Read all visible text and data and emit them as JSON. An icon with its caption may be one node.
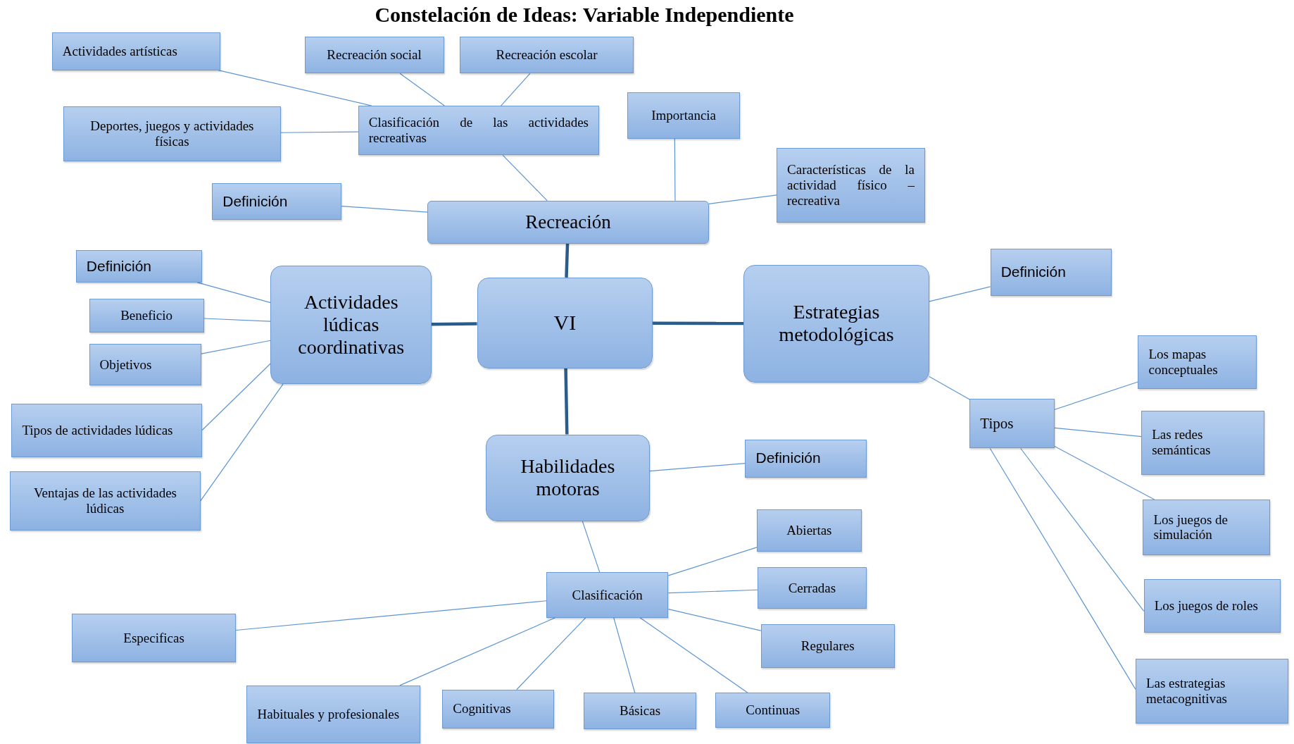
{
  "diagram": {
    "title": "Constelación de Ideas: Variable Independiente",
    "nodes": [
      {
        "text": [
          "VI"
        ]
      },
      {
        "text": [
          "Recreación"
        ]
      },
      {
        "text": [
          "Actividades lúdicas coordinativas"
        ]
      },
      {
        "text": [
          "Estrategias metodológicas"
        ]
      },
      {
        "text": [
          "Habilidades motoras"
        ]
      },
      {
        "text": [
          "Definición"
        ]
      },
      {
        "text": [
          "Clasificación de las actividades recreativas"
        ]
      },
      {
        "text": [
          "Actividades artísticas"
        ]
      },
      {
        "text": [
          "Recreación social"
        ]
      },
      {
        "text": [
          "Recreación escolar"
        ]
      },
      {
        "text": [
          "Deportes, juegos y actividades físicas"
        ]
      },
      {
        "text": [
          "Importancia"
        ]
      },
      {
        "text": [
          "Características de la actividad físico – recreativa"
        ]
      },
      {
        "text": [
          "Definición"
        ]
      },
      {
        "text": [
          "Beneficio"
        ]
      },
      {
        "text": [
          "Objetivos"
        ]
      },
      {
        "text": [
          "Tipos de actividades lúdicas"
        ]
      },
      {
        "text": [
          "Ventajas de las actividades lúdicas"
        ]
      },
      {
        "text": [
          "Definición"
        ]
      },
      {
        "text": [
          "Tipos"
        ]
      },
      {
        "text": [
          "Los mapas conceptuales"
        ]
      },
      {
        "text": [
          "Las redes semánticas"
        ]
      },
      {
        "text": [
          "Los juegos de simulación"
        ]
      },
      {
        "text": [
          "Los juegos de roles"
        ]
      },
      {
        "text": [
          "Las estrategias metacognitivas"
        ]
      },
      {
        "text": [
          "Definición"
        ]
      },
      {
        "text": [
          "Clasificación"
        ]
      },
      {
        "text": [
          "Abiertas"
        ]
      },
      {
        "text": [
          "Cerradas"
        ]
      },
      {
        "text": [
          "Regulares"
        ]
      },
      {
        "text": [
          "Continuas"
        ]
      },
      {
        "text": [
          "Básicas"
        ]
      },
      {
        "text": [
          "Cognitivas"
        ]
      },
      {
        "text": [
          "Habituales y profesionales"
        ]
      },
      {
        "text": [
          "Especificas"
        ]
      }
    ],
    "edges": [
      {
        "from": 0,
        "to": 1,
        "arrow": "none",
        "style": "thick",
        "color": "#2b5d8c"
      },
      {
        "from": 0,
        "to": 2,
        "arrow": "none",
        "style": "thick",
        "color": "#2b5d8c"
      },
      {
        "from": 0,
        "to": 3,
        "arrow": "none",
        "style": "thick",
        "color": "#2b5d8c"
      },
      {
        "from": 0,
        "to": 4,
        "arrow": "none",
        "style": "thick",
        "color": "#2b5d8c"
      },
      {
        "from": 1,
        "to": 5,
        "arrow": "none"
      },
      {
        "from": 1,
        "to": 6,
        "arrow": "none"
      },
      {
        "from": 1,
        "to": 11,
        "arrow": "none"
      },
      {
        "from": 1,
        "to": 12,
        "arrow": "none"
      },
      {
        "from": 6,
        "to": 7,
        "arrow": "none"
      },
      {
        "from": 6,
        "to": 8,
        "arrow": "none"
      },
      {
        "from": 6,
        "to": 9,
        "arrow": "none"
      },
      {
        "from": 6,
        "to": 10,
        "arrow": "none"
      },
      {
        "from": 2,
        "to": 13,
        "arrow": "none"
      },
      {
        "from": 2,
        "to": 14,
        "arrow": "none"
      },
      {
        "from": 2,
        "to": 15,
        "arrow": "none"
      },
      {
        "from": 2,
        "to": 16,
        "arrow": "none"
      },
      {
        "from": 2,
        "to": 17,
        "arrow": "none"
      },
      {
        "from": 3,
        "to": 18,
        "arrow": "none"
      },
      {
        "from": 3,
        "to": 19,
        "arrow": "none"
      },
      {
        "from": 19,
        "to": 20,
        "arrow": "none"
      },
      {
        "from": 19,
        "to": 21,
        "arrow": "none"
      },
      {
        "from": 19,
        "to": 22,
        "arrow": "none"
      },
      {
        "from": 19,
        "to": 23,
        "arrow": "none"
      },
      {
        "from": 19,
        "to": 24,
        "arrow": "none"
      },
      {
        "from": 4,
        "to": 25,
        "arrow": "none"
      },
      {
        "from": 4,
        "to": 26,
        "arrow": "none"
      },
      {
        "from": 26,
        "to": 27,
        "arrow": "none"
      },
      {
        "from": 26,
        "to": 28,
        "arrow": "none"
      },
      {
        "from": 26,
        "to": 29,
        "arrow": "none"
      },
      {
        "from": 26,
        "to": 30,
        "arrow": "none"
      },
      {
        "from": 26,
        "to": 31,
        "arrow": "none"
      },
      {
        "from": 26,
        "to": 32,
        "arrow": "none"
      },
      {
        "from": 26,
        "to": 33,
        "arrow": "none"
      },
      {
        "from": 26,
        "to": 34,
        "arrow": "none"
      }
    ]
  }
}
